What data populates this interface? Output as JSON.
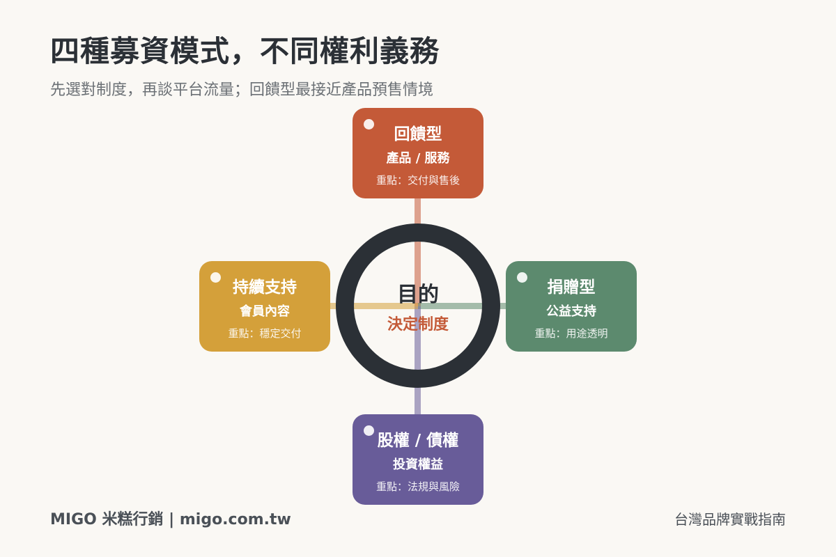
{
  "header": {
    "title": "四種募資模式，不同權利義務",
    "subtitle": "先選對制度，再談平台流量；回饋型最接近產品預售情境"
  },
  "hub": {
    "title": "目的",
    "subtitle": "決定制度"
  },
  "cards": [
    {
      "id": "reward",
      "name": "回饋型",
      "desc": "產品 / 服務",
      "note": "重點：交付與售後",
      "color": "#c45a38"
    },
    {
      "id": "donation",
      "name": "捐贈型",
      "desc": "公益支持",
      "note": "重點：用途透明",
      "color": "#5c8a6e"
    },
    {
      "id": "equity",
      "name": "股權 / 債權",
      "desc": "投資權益",
      "note": "重點：法規與風險",
      "color": "#685c99"
    },
    {
      "id": "subscription",
      "name": "持續支持",
      "desc": "會員內容",
      "note": "重點：穩定交付",
      "color": "#d4a03a"
    }
  ],
  "colors": {
    "hub_ring": "#2b3036",
    "hub_subtitle": "#c45a38",
    "background": "#faf8f4"
  },
  "footer": {
    "brand": "MIGO 米糕行銷 | migo.com.tw",
    "guide": "台灣品牌實戰指南"
  }
}
